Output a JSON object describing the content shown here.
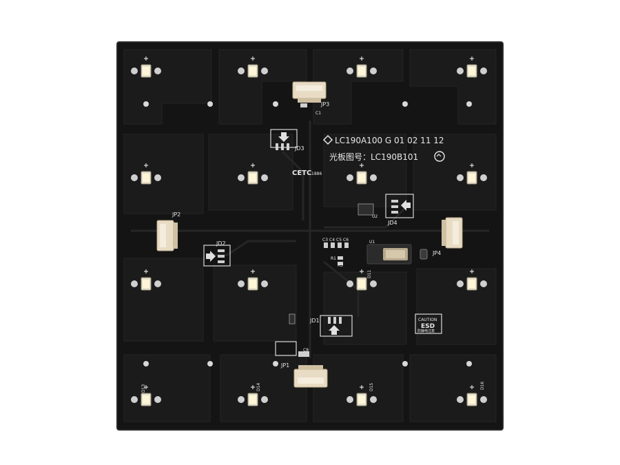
{
  "photo": {
    "board_color": "#141414",
    "copper_color": "#1c1c1c",
    "led_color": "#fff6d8",
    "connector_color": "#e9dcc4"
  },
  "board_text": {
    "model_line": "LC190A100 G 01 02 11 12",
    "drawing_line": "光板图号：LC190B101",
    "brand": "CETC",
    "brand_suffix": "1886",
    "caution_title": "CAUTION",
    "caution_esd": "ESD",
    "caution_sub": "防静电注意"
  },
  "refs": {
    "jp1": "JP1",
    "jp2": "JP2",
    "jp3": "JP3",
    "jp4": "JP4",
    "jd1": "JD1",
    "jd2": "JD2",
    "jd3": "JD3",
    "jd4": "JD4",
    "u1": "U1",
    "u2": "U2",
    "c1": "C1",
    "c3": "C3",
    "c4": "C4",
    "c5": "C5",
    "c6": "C6",
    "c8": "C8",
    "r1": "R1",
    "r3": "R3",
    "d11": "D11",
    "d13": "D13",
    "d14": "D14",
    "d15": "D15",
    "d16": "D16"
  }
}
